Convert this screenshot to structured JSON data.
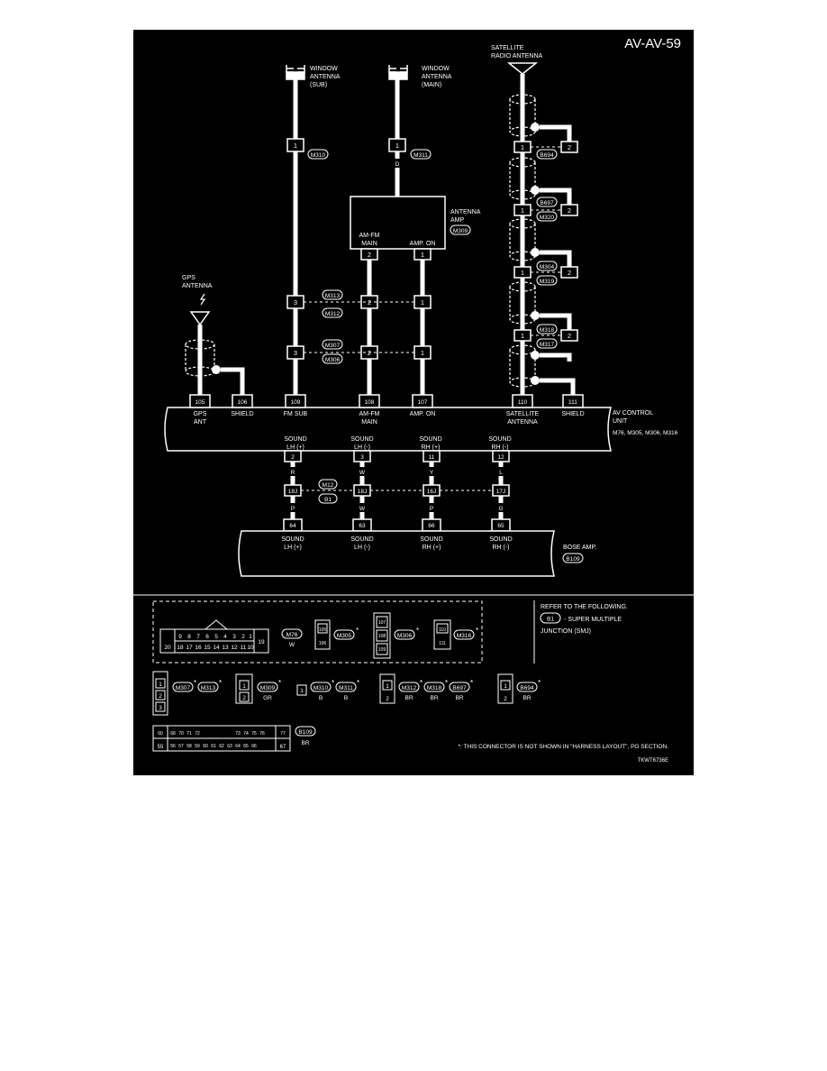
{
  "page_id": "AV-AV-59",
  "figure_code": "TKWT6736E",
  "colors": {
    "background": "#000000",
    "foreground": "#ffffff"
  },
  "antennas": {
    "window_sub": "WINDOW ANTENNA (SUB)",
    "window_main": "WINDOW ANTENNA (MAIN)",
    "satellite": "SATELLITE RADIO ANTENNA",
    "gps": "GPS ANTENNA"
  },
  "wire_color_d": "D",
  "antenna_amp": {
    "label": "ANTENNA AMP",
    "connector": "M309",
    "pin_am_fm": "AM-FM MAIN",
    "pin_amp_on": "AMP. ON"
  },
  "connectors": {
    "m310": "M310",
    "m311": "M311",
    "m313": "M313",
    "m312": "M312",
    "m307": "M307",
    "m306": "M306",
    "b694": "B694",
    "b697": "B697",
    "m320": "M320",
    "m304": "M304",
    "m319": "M319",
    "m318": "M318",
    "m317": "M317",
    "m12": "M12",
    "b1": "B1",
    "b109": "B109"
  },
  "av_unit": {
    "title": "AV CONTROL UNIT",
    "connectors": "M76, M305, M306, M316",
    "pins_top": [
      {
        "num": "105",
        "label": "GPS ANT"
      },
      {
        "num": "106",
        "label": "SHIELD"
      },
      {
        "num": "109",
        "label": "FM SUB"
      },
      {
        "num": "108",
        "label": "AM-FM MAIN"
      },
      {
        "num": "107",
        "label": "AMP. ON"
      },
      {
        "num": "110",
        "label": "SATELLITE ANTENNA"
      },
      {
        "num": "111",
        "label": "SHIELD"
      }
    ],
    "pins_bottom": [
      {
        "num": "2",
        "label": "SOUND LH (+)",
        "color": "R"
      },
      {
        "num": "3",
        "label": "SOUND LH (-)",
        "color": "W"
      },
      {
        "num": "11",
        "label": "SOUND RH (+)",
        "color": "Y"
      },
      {
        "num": "12",
        "label": "SOUND RH (-)",
        "color": "L"
      }
    ]
  },
  "joint_pins": [
    "18J",
    "18J",
    "16J",
    "17J"
  ],
  "bose_amp": {
    "title": "BOSE AMP.",
    "connector": "B109",
    "pins": [
      {
        "num": "64",
        "label": "SOUND LH (+)",
        "color": "P"
      },
      {
        "num": "63",
        "label": "SOUND LH (-)",
        "color": "W"
      },
      {
        "num": "66",
        "label": "SOUND RH (+)",
        "color": "P"
      },
      {
        "num": "65",
        "label": "SOUND RH (-)",
        "color": "G"
      }
    ]
  },
  "pin_numbers": {
    "p1": "1",
    "p2": "2",
    "p3": "3"
  },
  "refer": {
    "heading": "REFER TO THE FOLLOWING.",
    "code": "B1",
    "text": "- SUPER MULTIPLE JUNCTION (SMJ)"
  },
  "footnote": "*: THIS CONNECTOR IS NOT SHOWN IN \"HARNESS LAYOUT\", PG SECTION.",
  "legend_connectors": [
    {
      "codes": "M76",
      "color": "W",
      "pins": [
        "9",
        "8",
        "7",
        "6",
        "5",
        "4",
        "3",
        "2",
        "1",
        "20",
        "18",
        "17",
        "16",
        "15",
        "14",
        "13",
        "12",
        "11",
        "10",
        "19"
      ]
    },
    {
      "codes": "M305*",
      "pins": [
        "105",
        "106"
      ]
    },
    {
      "codes": "M306*",
      "pins": [
        "107",
        "108",
        "109"
      ]
    },
    {
      "codes": "M316*",
      "pins": [
        "110",
        "111"
      ]
    },
    {
      "codes": "M307* M313*",
      "pins": [
        "1",
        "2",
        "3"
      ]
    },
    {
      "codes": "M309*",
      "color": "GR",
      "pins": [
        "1",
        "2"
      ]
    },
    {
      "codes": "M310* M311*",
      "color": "B",
      "color2": "B",
      "pins": [
        "1"
      ]
    },
    {
      "codes": "M312* M318* B697*",
      "color": "BR",
      "pins": [
        "1",
        "2"
      ]
    },
    {
      "codes": "B694*",
      "color": "BR",
      "pins": [
        "1",
        "2"
      ]
    },
    {
      "codes": "B109",
      "color": "BR",
      "pins": [
        "60",
        "68",
        "70",
        "71",
        "72",
        "73",
        "74",
        "75",
        "76",
        "77",
        "55",
        "56",
        "57",
        "58",
        "59",
        "60",
        "61",
        "62",
        "63",
        "64",
        "65",
        "66",
        "67"
      ]
    }
  ],
  "star": "*",
  "m76_color": "W",
  "gr": "GR",
  "br": "BR",
  "b": "B"
}
